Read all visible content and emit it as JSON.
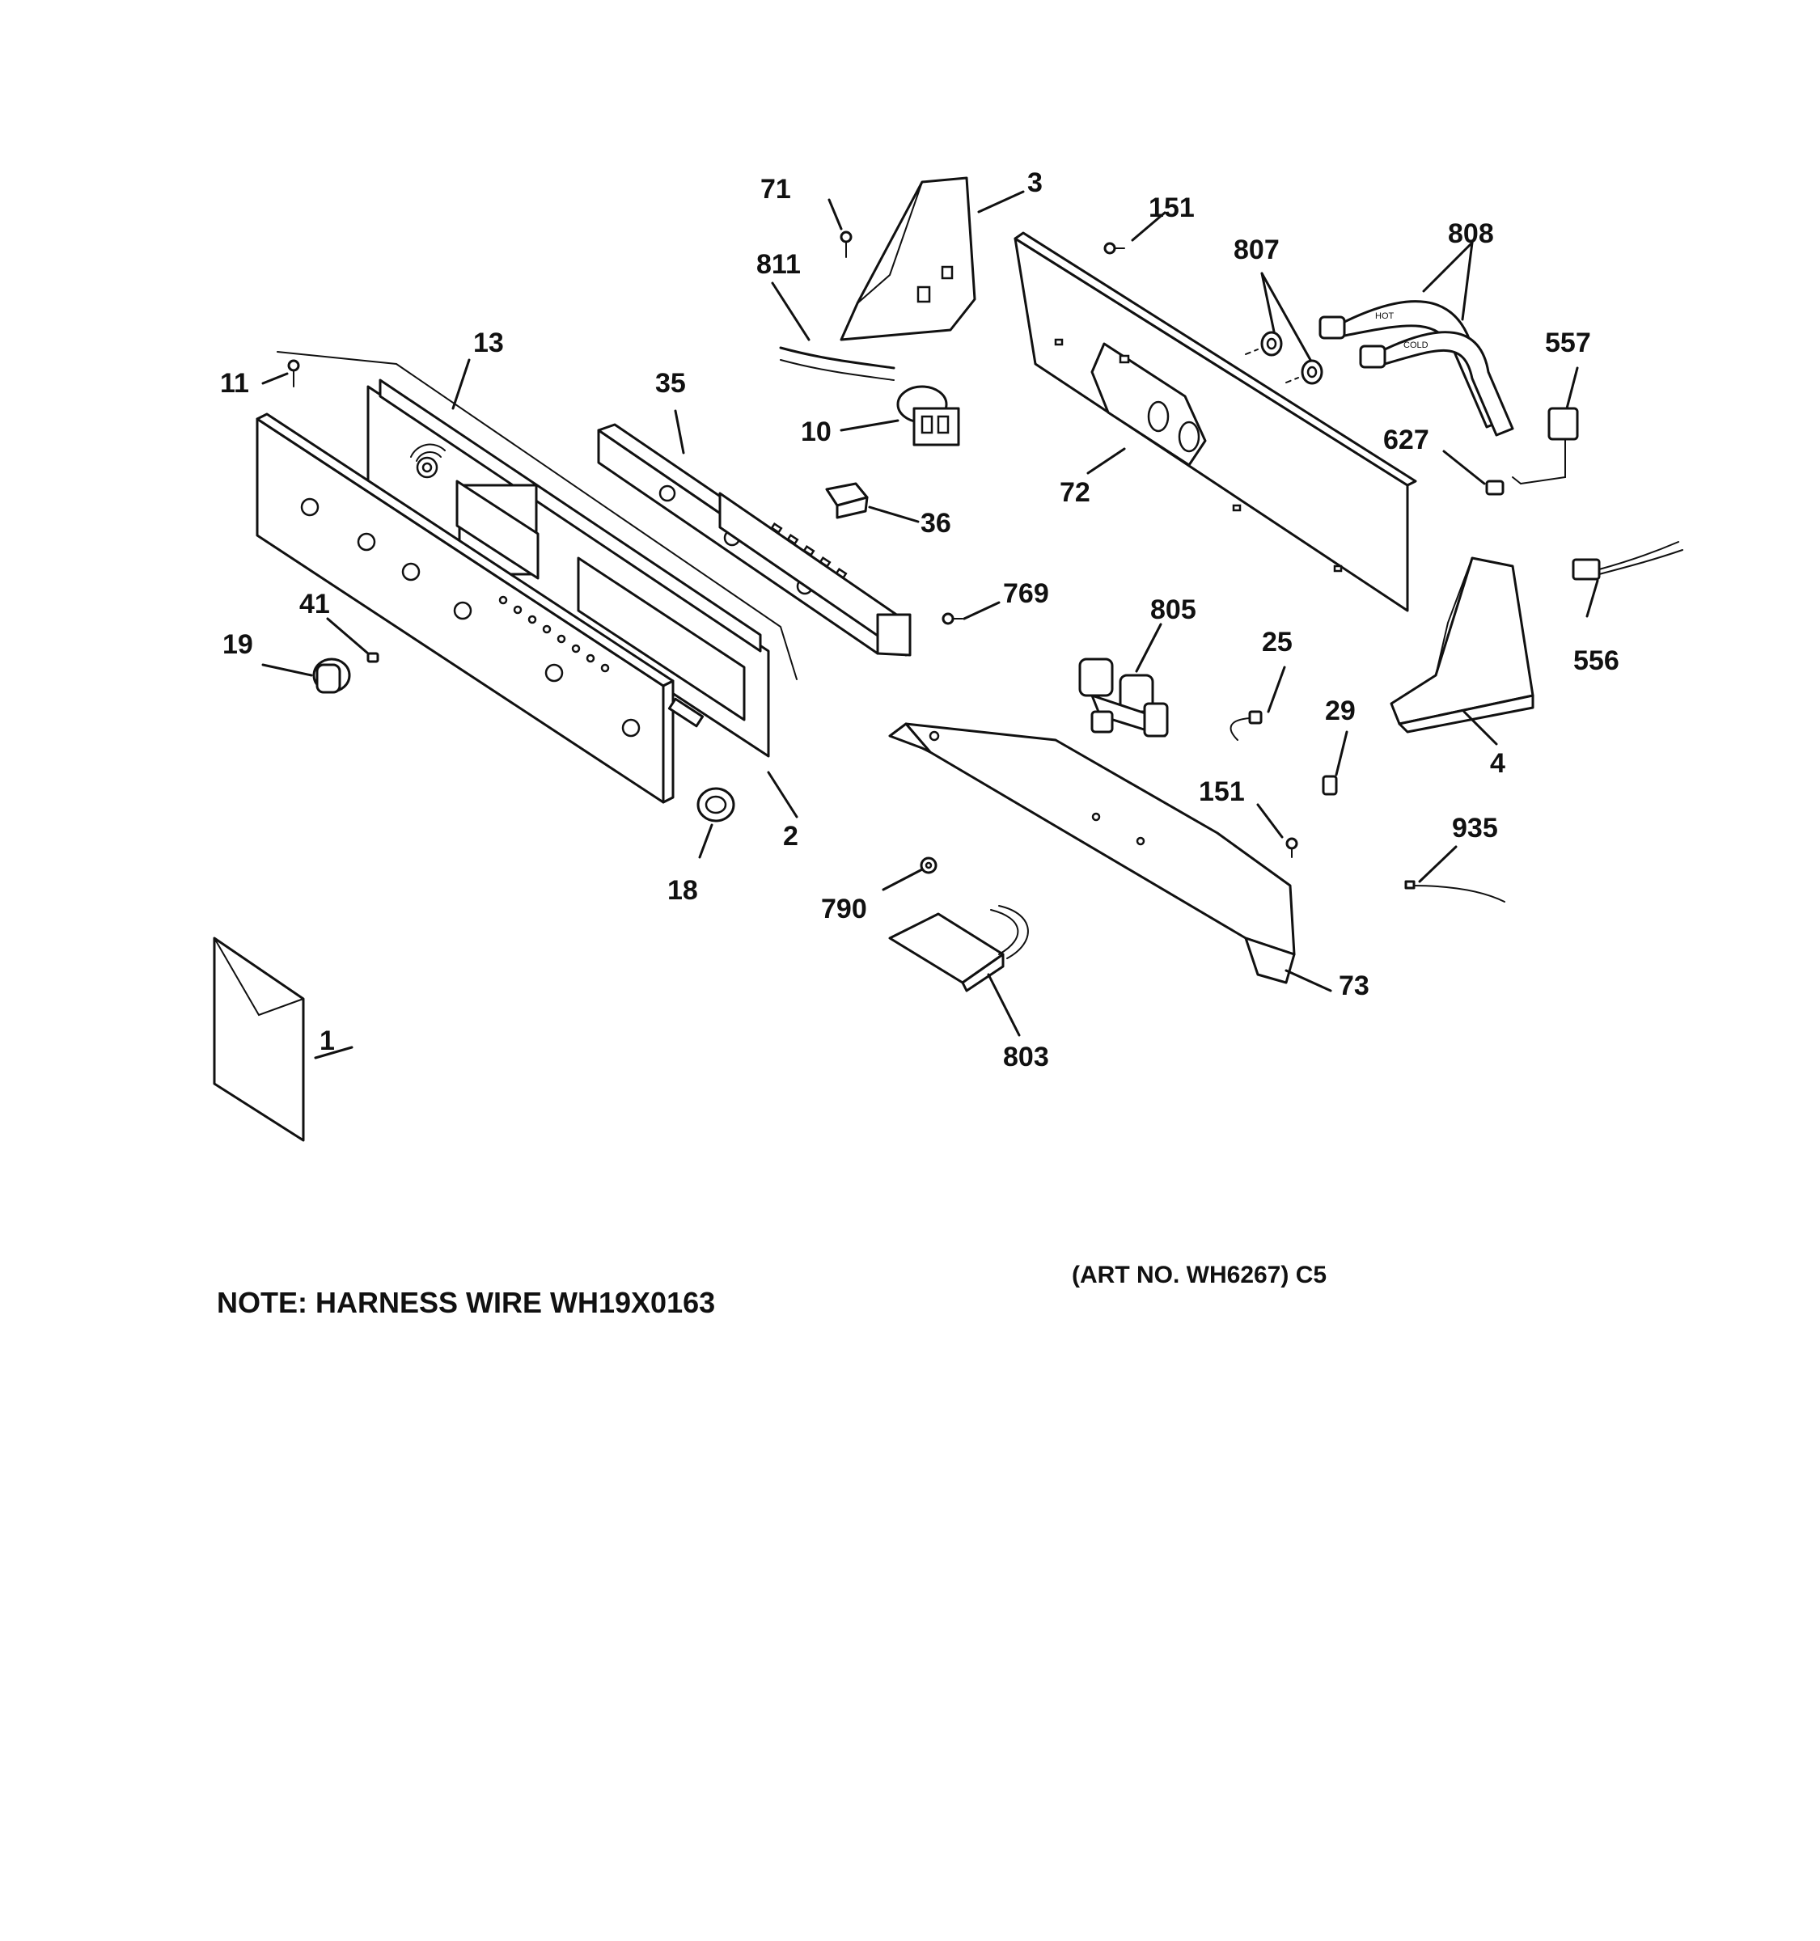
{
  "diagram": {
    "note": "NOTE: HARNESS WIRE WH19X0163",
    "art_number": "(ART NO. WH6267) C5",
    "hose_tags": {
      "hot": "HOT",
      "cold": "COLD"
    },
    "callouts": {
      "c1": "1",
      "c2": "2",
      "c3": "3",
      "c4": "4",
      "c10": "10",
      "c11": "11",
      "c13": "13",
      "c18": "18",
      "c19": "19",
      "c25": "25",
      "c29": "29",
      "c35": "35",
      "c36": "36",
      "c41": "41",
      "c71": "71",
      "c72": "72",
      "c73": "73",
      "c151a": "151",
      "c151b": "151",
      "c556": "556",
      "c557": "557",
      "c627": "627",
      "c769": "769",
      "c790": "790",
      "c803": "803",
      "c805": "805",
      "c807": "807",
      "c808": "808",
      "c811": "811",
      "c935": "935"
    }
  }
}
